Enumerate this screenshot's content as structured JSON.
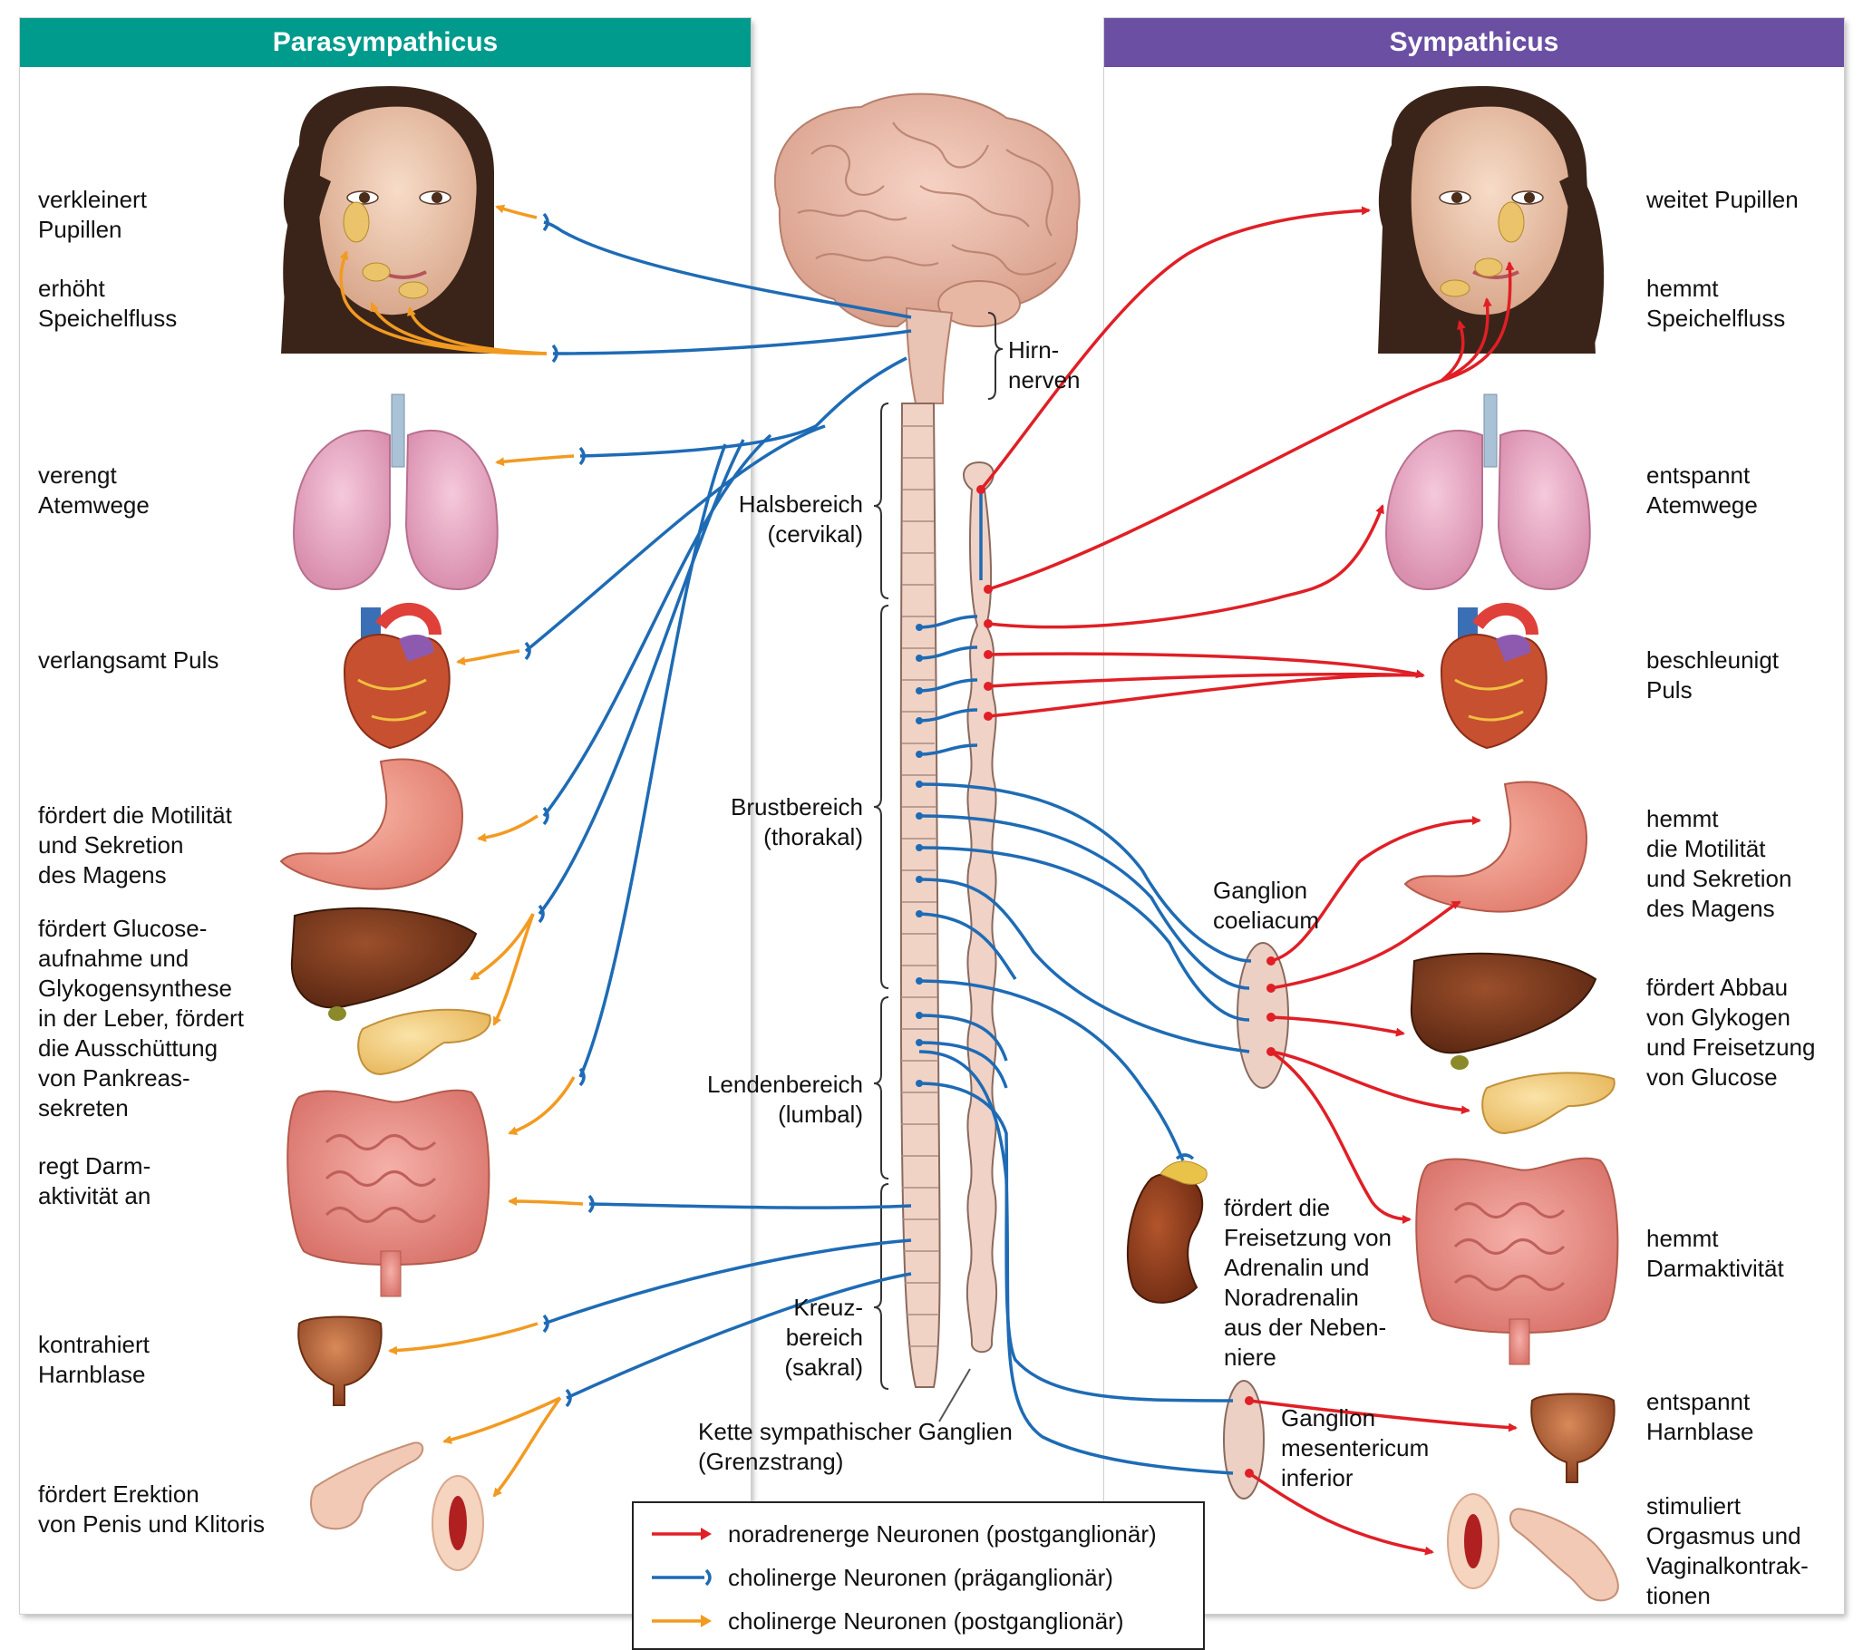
{
  "colors": {
    "parasympathicus_header": "#009b8d",
    "sympathicus_header": "#6a4fa3",
    "noradrenergic_post": "#e01f26",
    "cholinergic_pre": "#1e6bb5",
    "cholinergic_post": "#f29a21"
  },
  "left_panel": {
    "title": "Parasympathicus",
    "effects": [
      "verkleinert\nPupillen",
      "erhöht\nSpeichelfluss",
      "verengt\nAtemwege",
      "verlangsamt Puls",
      "fördert die Motilität\nund Sekretion\ndes Magens",
      "fördert Glucose-\naufnahme und\nGlykogensynthese\nin der Leber, fördert\ndie Ausschüttung\nvon Pankreas-\nsekreten",
      "regt Darm-\naktivität an",
      "kontrahiert\nHarnblase",
      "fördert Erektion\nvon Penis und Klitoris"
    ]
  },
  "right_panel": {
    "title": "Sympathicus",
    "effects": [
      "weitet Pupillen",
      "hemmt\nSpeichelfluss",
      "entspannt\nAtemwege",
      "beschleunigt\nPuls",
      "hemmt\ndie Motilität\nund Sekretion\ndes Magens",
      "fördert Abbau\nvon Glykogen\nund Freisetzung\nvon Glucose",
      "hemmt\nDarmaktivität",
      "entspannt\nHarnblase",
      "stimuliert\nOrgasmus und\nVaginalkontrak-\ntionen"
    ]
  },
  "center": {
    "hirnnerven": "Hirn-\nnerven",
    "regions": [
      "Halsbereich\n(cervikal)",
      "Brustbereich\n(thorakal)",
      "Lendenbereich\n(lumbal)",
      "Kreuz-\nbereich\n(sakral)"
    ],
    "ganglion_coeliacum": "Ganglion\ncoeliacum",
    "adrenal_effect": "fördert die\nFreisetzung von\nAdrenalin und\nNoradrenalin\naus der Neben-\nniere",
    "ganglion_mesentericum": "Ganglion\nmesentericum\ninferior",
    "chain_label": "Kette sympathischer Ganglien\n(Grenzstrang)"
  },
  "legend": [
    {
      "label": "noradrenerge Neuronen (postganglionär)",
      "color": "#e01f26"
    },
    {
      "label": "cholinerge Neuronen (präganglionär)",
      "color": "#1e6bb5"
    },
    {
      "label": "cholinerge Neuronen (postganglionär)",
      "color": "#f29a21"
    }
  ]
}
